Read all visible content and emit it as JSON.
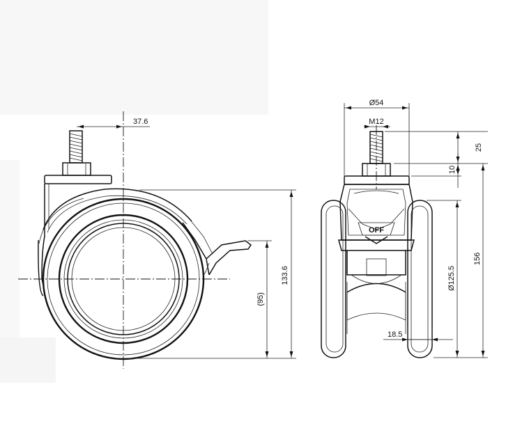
{
  "dimensions": {
    "offset": "37.6",
    "diameter_top": "Ø54",
    "thread": "M12",
    "thread_length": "25",
    "nut_height": "10",
    "total_height": "156",
    "wheel_diameter": "Ø125.5",
    "height_side": "133.6",
    "axle_height": "(95)",
    "tread_width": "18.5"
  },
  "labels": {
    "brake_text": "OFF"
  },
  "colors": {
    "line": "#111111",
    "background": "#ffffff",
    "fade_panel": "#f6f6f6"
  }
}
